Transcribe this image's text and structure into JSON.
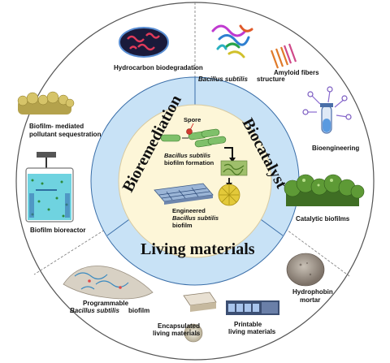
{
  "sectors": {
    "bioremediation": "Bioremediation",
    "biocatalyst": "Biocatalyst",
    "living_materials": "Living materials"
  },
  "center": {
    "spore": "Spore",
    "formation_italic": "Bacillus subtilis",
    "formation_rest": "biofilm formation",
    "engineered_line1": "Engineered",
    "engineered_italic": "Bacillus subtilis",
    "engineered_rest": "biofilm"
  },
  "items": {
    "hydrocarbon": "Hydrocarbon biodegradation",
    "structure_italic": "Bacillus subtilis",
    "structure_rest": "structure",
    "amyloid": "Amyloid fibers",
    "bioengineering": "Bioengineering",
    "catalytic": "Catalytic biofilms",
    "hydrophobin_1": "Hydrophobin",
    "hydrophobin_2": "mortar",
    "printable_1": "Printable",
    "printable_2": "living materials",
    "encapsulated_1": "Encapsulated",
    "encapsulated_2": "living materials",
    "programmable_1": "Programmable",
    "programmable_italic": "Bacillus subtilis",
    "programmable_rest": "biofilm",
    "bioreactor": "Biofilm bioreactor",
    "sequestration_1": "Biofilm- mediated",
    "sequestration_2": "pollutant sequestration"
  },
  "colors": {
    "ring": "#c8e2f6",
    "outer_border": "#555555",
    "center_fill": "#fdf6d8",
    "bioreactor_water": "#6fd3e0",
    "biofilm_green": "#4a8a2a",
    "amyloid_orange": "#e07a2a"
  }
}
